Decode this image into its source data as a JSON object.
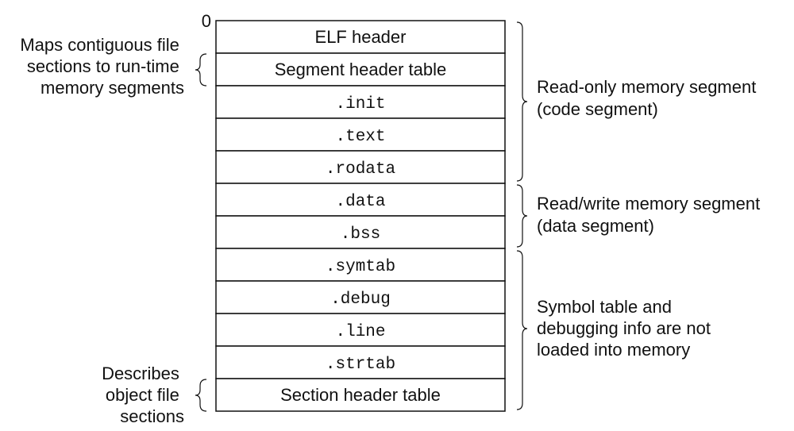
{
  "offset_label": "0",
  "rows": [
    {
      "label": "ELF header",
      "font": "sans"
    },
    {
      "label": "Segment header table",
      "font": "sans"
    },
    {
      "label": ".init",
      "font": "mono"
    },
    {
      "label": ".text",
      "font": "mono"
    },
    {
      "label": ".rodata",
      "font": "mono"
    },
    {
      "label": ".data",
      "font": "mono"
    },
    {
      "label": ".bss",
      "font": "mono"
    },
    {
      "label": ".symtab",
      "font": "mono"
    },
    {
      "label": ".debug",
      "font": "mono"
    },
    {
      "label": ".line",
      "font": "mono"
    },
    {
      "label": ".strtab",
      "font": "mono"
    },
    {
      "label": "Section header table",
      "font": "sans"
    }
  ],
  "left_annotations": {
    "segment_header": [
      "Maps contiguous file",
      "sections to run-time",
      "memory segments"
    ],
    "section_header": [
      "Describes",
      "object file",
      "sections"
    ]
  },
  "right_annotations": {
    "read_only": [
      "Read-only memory segment",
      "(code segment)"
    ],
    "read_write": [
      "Read/write memory segment",
      "(data segment)"
    ],
    "not_loaded": [
      "Symbol table and",
      "debugging info are not",
      "loaded into memory"
    ]
  }
}
